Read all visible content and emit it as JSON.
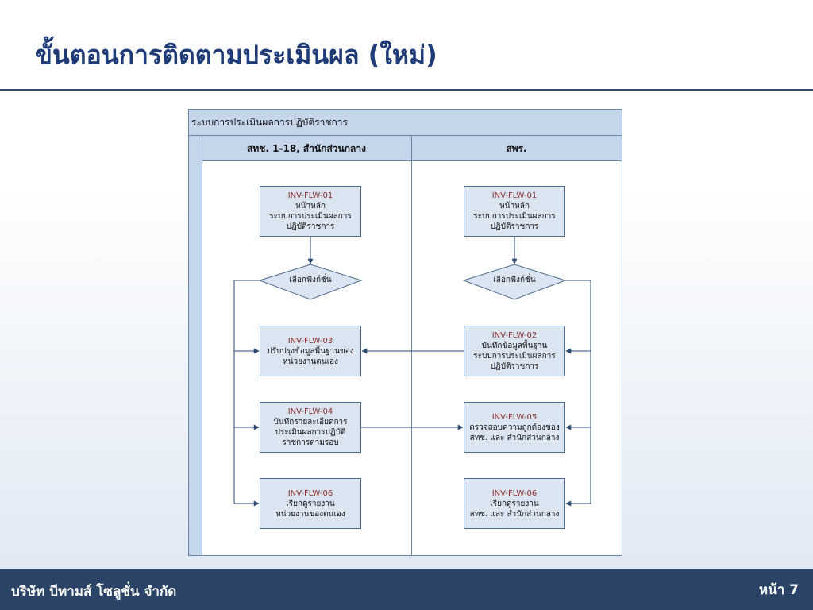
{
  "slide": {
    "title": "ขั้นตอนการติดตามประเมินผล (ใหม่)",
    "footer_company": "บริษัท บีทามส์ โซลูชั่น จำกัด",
    "footer_page": "หน้า 7"
  },
  "diagram": {
    "pool_title": "ระบบการประเมินผลการปฏิบัติราชการ",
    "lanes": [
      {
        "title": "สทช. 1-18, สำนักส่วนกลาง"
      },
      {
        "title": "สพร."
      }
    ],
    "left": {
      "main": {
        "code": "INV-FLW-01",
        "line1": "หน้าหลัก",
        "line2": "ระบบการประเมินผลการ",
        "line3": "ปฏิบัติราชการ"
      },
      "decision": "เลือกฟังก์ชั่น",
      "flw03": {
        "code": "INV-FLW-03",
        "line1": "ปรับปรุงข้อมูลพื้นฐานของ",
        "line2": "หน่วยงานตนเอง"
      },
      "flw04": {
        "code": "INV-FLW-04",
        "line1": "บันทึกรายละเอียดการ",
        "line2": "ประเมินผลการปฏิบัติ",
        "line3": "ราชการตามรอบ"
      },
      "flw06": {
        "code": "INV-FLW-06",
        "line1": "เรียกดูรายงาน",
        "line2": "หน่วยงานของตนเอง"
      }
    },
    "right": {
      "main": {
        "code": "INV-FLW-01",
        "line1": "หน้าหลัก",
        "line2": "ระบบการประเมินผลการ",
        "line3": "ปฏิบัติราชการ"
      },
      "decision": "เลือกฟังก์ชั่น",
      "flw02": {
        "code": "INV-FLW-02",
        "line1": "บันทึกข้อมูลพื้นฐาน",
        "line2": "ระบบการประเมินผลการ",
        "line3": "ปฏิบัติราชการ"
      },
      "flw05": {
        "code": "INV-FLW-05",
        "line1": "ตรวจสอบความถูกต้องของ",
        "line2": "สทช. และ สำนักส่วนกลาง"
      },
      "flw06": {
        "code": "INV-FLW-06",
        "line1": "เรียกดูรายงาน",
        "line2": "สทช. และ สำนักส่วนกลาง"
      }
    },
    "colors": {
      "header_fill": "#c5d5ea",
      "box_fill": "#dbe5f1",
      "box_border": "#4a6b8c",
      "connector": "#2a4a70",
      "code_text": "#8b2b2b"
    }
  }
}
